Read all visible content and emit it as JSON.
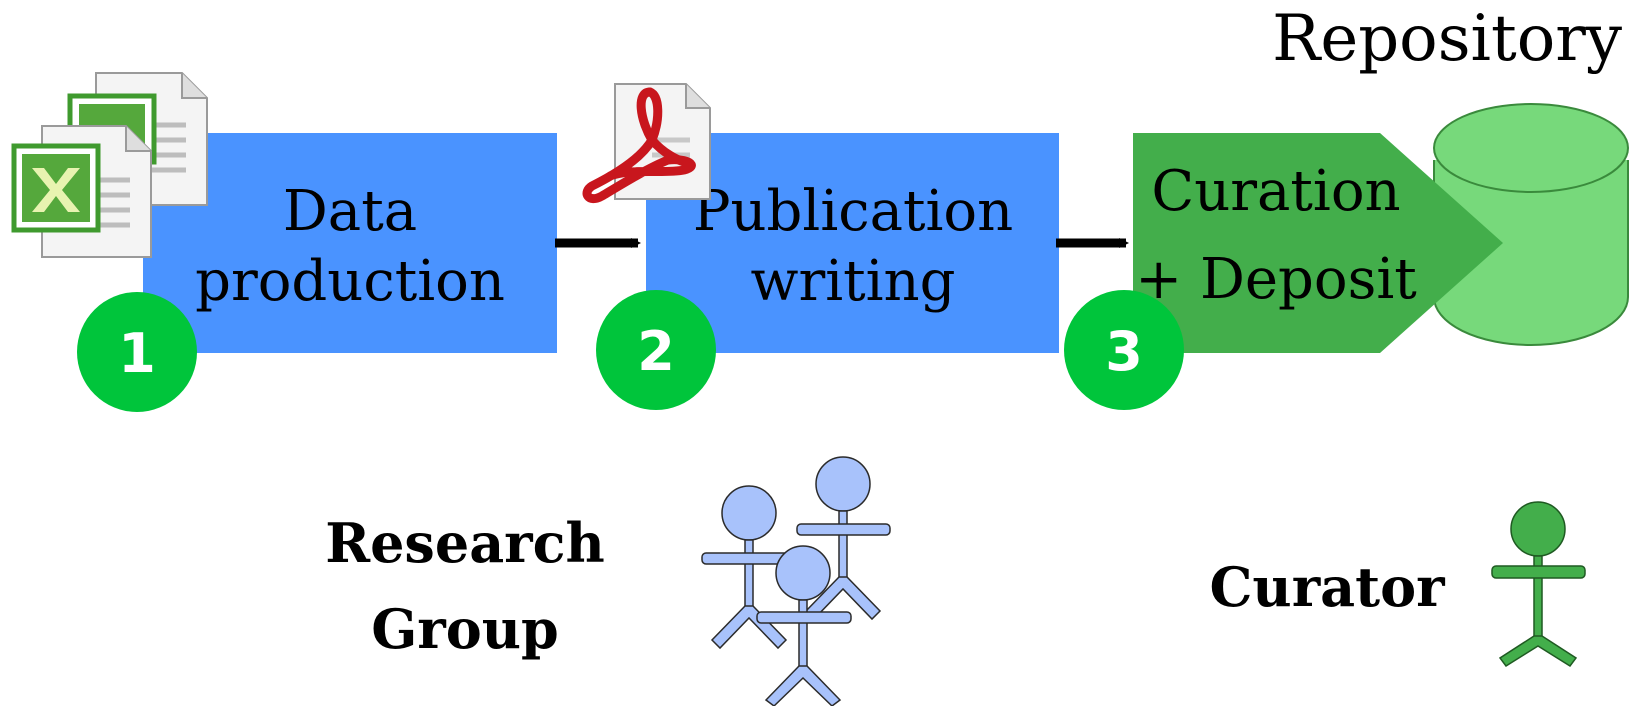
{
  "steps": [
    {
      "number": "1",
      "label_lines": [
        "Data",
        "production"
      ],
      "color": "#4a93ff"
    },
    {
      "number": "2",
      "label_lines": [
        "Publication",
        "writing"
      ],
      "color": "#4a93ff"
    },
    {
      "number": "3",
      "label_lines": [
        "Curation",
        "+ Deposit"
      ],
      "color": "#43ae4b"
    }
  ],
  "repository": {
    "label": "Repository",
    "color": "#77d97b"
  },
  "roles": {
    "research_group": {
      "label_lines": [
        "Research",
        "Group"
      ],
      "icon": "stick-figures-group-icon",
      "color": "#a8c2fb"
    },
    "curator": {
      "label": "Curator",
      "icon": "stick-figure-icon",
      "color": "#43ae4b"
    }
  },
  "icons": [
    "spreadsheet-file-icon",
    "pdf-file-icon",
    "arrow-right-icon",
    "database-cylinder-icon"
  ],
  "badge_color": "#00c53b"
}
